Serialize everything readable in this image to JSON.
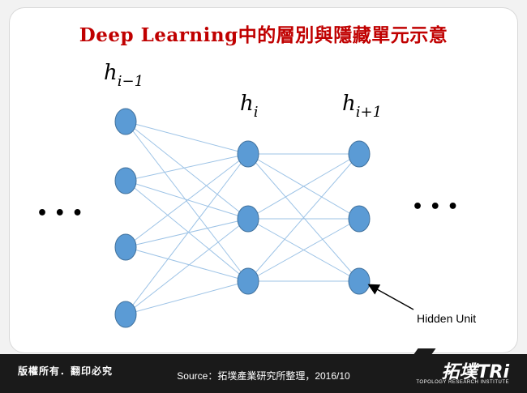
{
  "title": "Deep Learning中的層別與隱藏單元示意",
  "diagram": {
    "layer_labels": {
      "left": {
        "base": "h",
        "sub": "i−1"
      },
      "middle": {
        "base": "h",
        "sub": "i"
      },
      "right": {
        "base": "h",
        "sub": "i+1"
      }
    },
    "ellipsis_left": "• • •",
    "ellipsis_right": "• • •",
    "callout_label": "Hidden Unit",
    "colors": {
      "node_fill": "#5b9bd5",
      "node_stroke": "#41719c",
      "edge": "#9dc3e6",
      "arrow": "#000000"
    }
  },
  "footer": {
    "rights": "版權所有．翻印必究",
    "source": "Source：拓墣產業研究所整理，2016/10",
    "logo_text": "拓墣TRi",
    "logo_subtext": "TOPOLOGY RESEARCH INSTITUTE"
  }
}
